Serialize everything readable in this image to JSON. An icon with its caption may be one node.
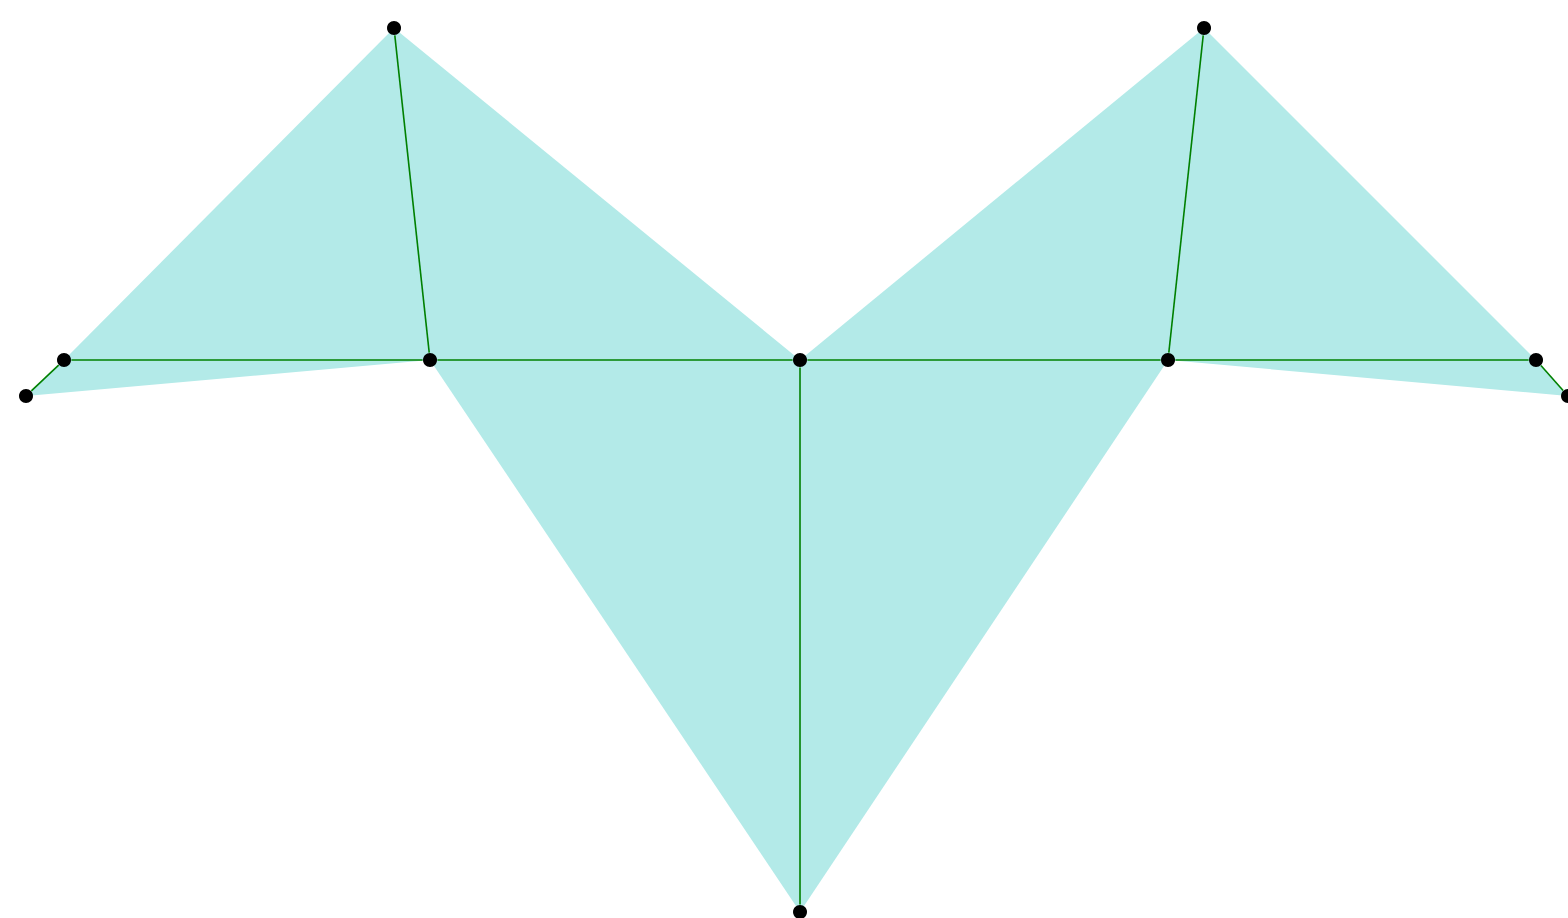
{
  "diagram": {
    "nodes": [
      {
        "text": [],
        "shape": "circle"
      },
      {
        "text": [],
        "shape": "circle"
      },
      {
        "text": [],
        "shape": "circle"
      },
      {
        "text": [],
        "shape": "circle"
      },
      {
        "text": [],
        "shape": "circle"
      },
      {
        "text": [],
        "shape": "circle"
      },
      {
        "text": [],
        "shape": "circle"
      },
      {
        "text": [],
        "shape": "circle"
      },
      {
        "text": [],
        "shape": "circle"
      },
      {
        "text": [],
        "shape": "circle"
      }
    ],
    "edges": [
      {
        "from": 0,
        "to": 1,
        "arrow": "none"
      },
      {
        "from": 1,
        "to": 3,
        "arrow": "none"
      },
      {
        "from": 2,
        "to": 3,
        "arrow": "none"
      },
      {
        "from": 3,
        "to": 4,
        "arrow": "none"
      },
      {
        "from": 4,
        "to": 6,
        "arrow": "none"
      },
      {
        "from": 6,
        "to": 7,
        "arrow": "none"
      },
      {
        "from": 6,
        "to": 8,
        "arrow": "none"
      },
      {
        "from": 8,
        "to": 9,
        "arrow": "none"
      },
      {
        "from": 4,
        "to": 5,
        "arrow": "none"
      }
    ]
  }
}
